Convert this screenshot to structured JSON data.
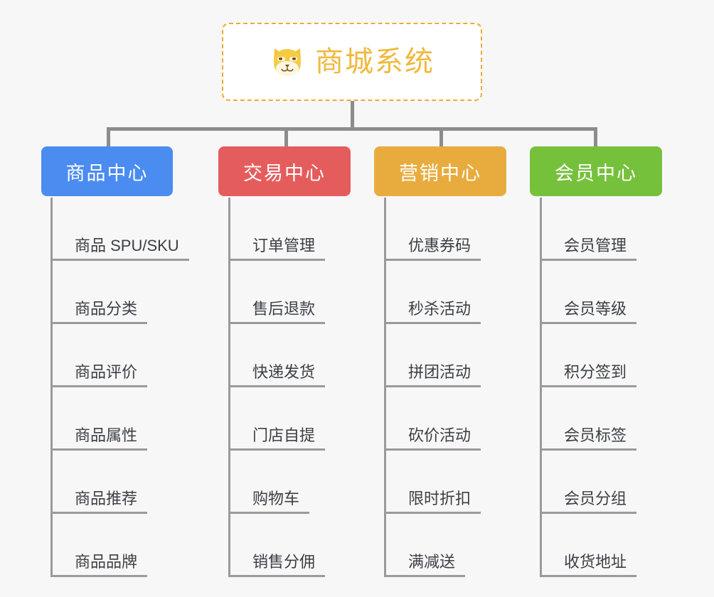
{
  "diagram": {
    "type": "mind-map",
    "background_color": "#f7f7f7",
    "root": {
      "title": "商城系统",
      "icon": "shiba-dog-face-emoji",
      "icon_glyph": "🐶",
      "text_color": "#f0b93c",
      "border_color": "#eeab33",
      "background_color": "#ffffff"
    },
    "connector_color": "#8c8c8c",
    "leaf_line_color": "#9a9a9a",
    "leaf_text_color": "#3b3f45",
    "branches": [
      {
        "label": "商品中心",
        "color": "#4a8cf0",
        "items": [
          "商品 SPU/SKU",
          "商品分类",
          "商品评价",
          "商品属性",
          "商品推荐",
          "商品品牌"
        ]
      },
      {
        "label": "交易中心",
        "color": "#e55c5c",
        "items": [
          "订单管理",
          "售后退款",
          "快递发货",
          "门店自提",
          "购物车",
          "销售分佣"
        ]
      },
      {
        "label": "营销中心",
        "color": "#e8ac3e",
        "items": [
          "优惠券码",
          "秒杀活动",
          "拼团活动",
          "砍价活动",
          "限时折扣",
          "满减送"
        ]
      },
      {
        "label": "会员中心",
        "color": "#76c13c",
        "items": [
          "会员管理",
          "会员等级",
          "积分签到",
          "会员标签",
          "会员分组",
          "收货地址"
        ]
      }
    ]
  }
}
